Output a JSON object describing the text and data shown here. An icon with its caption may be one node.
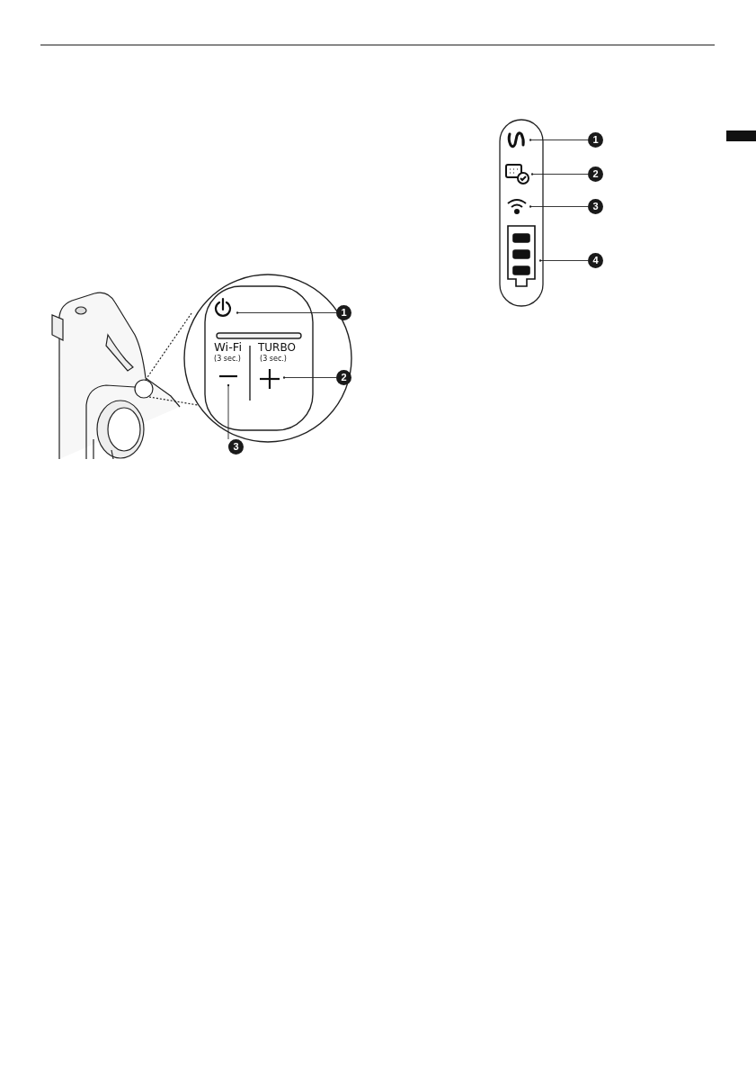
{
  "diagram": {
    "nodes": [
      {
        "text": [
          "1"
        ]
      },
      {
        "text": [],
        "shape": "button"
      },
      {
        "text": [
          "2"
        ]
      },
      {
        "text": [],
        "shape": "button"
      },
      {
        "text": [
          "3"
        ]
      },
      {
        "text": [],
        "shape": "button"
      },
      {
        "text": [
          "1"
        ]
      },
      {
        "text": [],
        "shape": "icon"
      },
      {
        "text": [
          "2"
        ]
      },
      {
        "text": [],
        "shape": "icon"
      },
      {
        "text": [
          "3"
        ]
      },
      {
        "text": [],
        "shape": "icon"
      },
      {
        "text": [
          "4"
        ]
      },
      {
        "text": [],
        "shape": "battery"
      }
    ],
    "edges": [
      {
        "from": 0,
        "to": 1,
        "arrow": "other"
      },
      {
        "from": 2,
        "to": 3,
        "arrow": "other"
      },
      {
        "from": 4,
        "to": 5,
        "arrow": "other"
      },
      {
        "from": 6,
        "to": 7,
        "arrow": "other"
      },
      {
        "from": 8,
        "to": 9,
        "arrow": "other"
      },
      {
        "from": 10,
        "to": 11,
        "arrow": "other"
      },
      {
        "from": 12,
        "to": 13,
        "arrow": "other"
      }
    ],
    "labels": [
      "Wi-Fi",
      "(3 sec.)",
      "TURBO",
      "(3 sec.)"
    ]
  }
}
